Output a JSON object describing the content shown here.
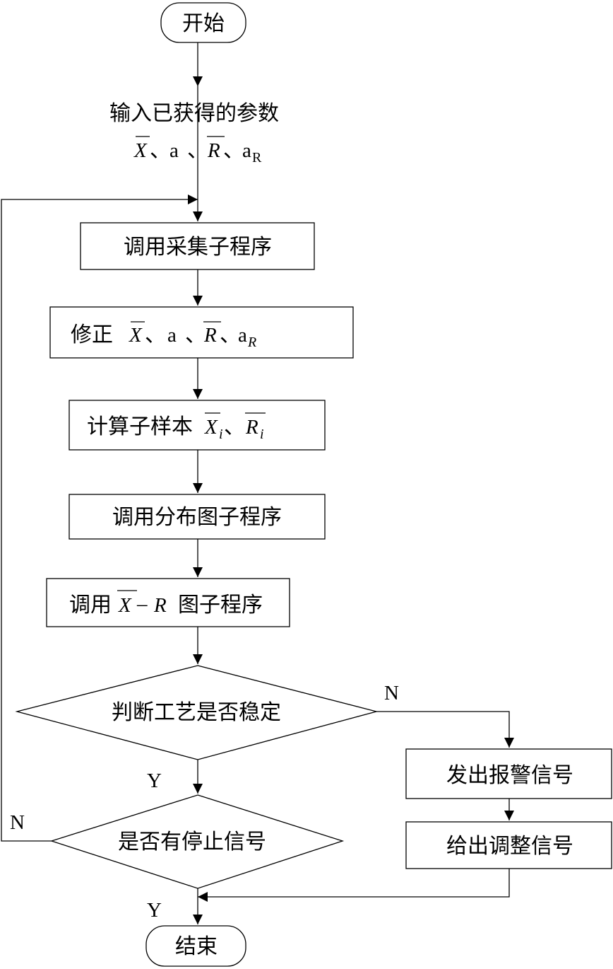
{
  "nodes": {
    "start": "开始",
    "input": {
      "label": "输入已获得的参数",
      "params": {
        "x": "X",
        "sep": "、",
        "a": "a",
        "r": "R",
        "aR": "a",
        "aR_sub": "R"
      }
    },
    "collect": "调用采集子程序",
    "correct": {
      "label": "修正",
      "x": "X",
      "sep": "、",
      "a": "a",
      "r": "R",
      "aR": "a",
      "aR_sub": "R"
    },
    "compute": {
      "label": "计算子样本",
      "x": "X",
      "x_sub": "i",
      "sep": "、",
      "r": "R",
      "r_sub": "i"
    },
    "distribution": "调用分布图子程序",
    "xr_chart": {
      "prefix": "调用",
      "x": "X",
      "dash": "–",
      "r": "R",
      "suffix": "图子程序"
    },
    "decision_stable": "判断工艺是否稳定",
    "alarm": "发出报警信号",
    "adjust": "给出调整信号",
    "decision_stop": "是否有停止信号",
    "end": "结束"
  },
  "branch_labels": {
    "stable_no": "N",
    "stable_yes": "Y",
    "stop_no": "N",
    "stop_yes": "Y"
  }
}
